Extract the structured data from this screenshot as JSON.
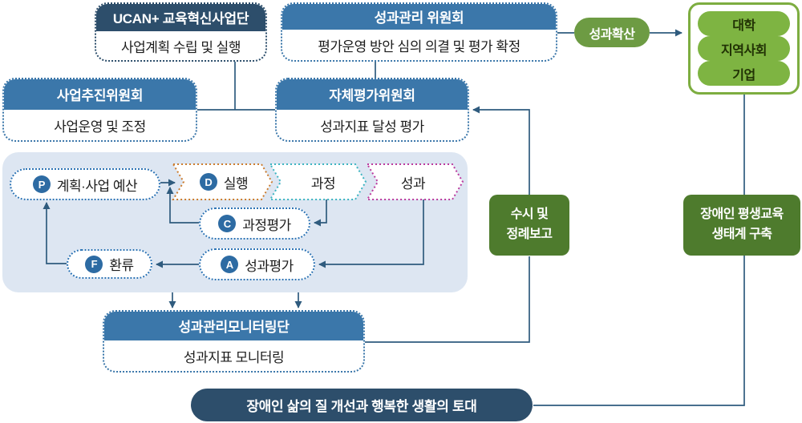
{
  "boxes": {
    "ucan": {
      "header": "UCAN+ 교육혁신사업단",
      "body": "사업계획 수립 및 실행"
    },
    "perf_committee": {
      "header": "성과관리 위원회",
      "body": "평가운영 방안 심의 의결 및 평가 확정"
    },
    "promotion_committee": {
      "header": "사업추진위원회",
      "body": "사업운영 및 조정"
    },
    "self_eval_committee": {
      "header": "자체평가위원회",
      "body": "성과지표 달성 평가"
    },
    "monitoring_team": {
      "header": "성과관리모니터링단",
      "body": "성과지표 모니터링"
    }
  },
  "spread": {
    "label": "성과확산"
  },
  "targets": {
    "items": [
      "대학",
      "지역사회",
      "기업"
    ]
  },
  "reports": {
    "line1": "수시 및",
    "line2": "정례보고"
  },
  "ecosystem": {
    "line1": "장애인 평생교육",
    "line2": "생태계 구축"
  },
  "pdca": {
    "plan": {
      "letter": "P",
      "label": "계획·사업 예산"
    },
    "do": {
      "letter": "D",
      "label": "실행"
    },
    "process": {
      "label": "과정"
    },
    "outcome": {
      "label": "성과"
    },
    "check": {
      "letter": "C",
      "label": "과정평가"
    },
    "act": {
      "letter": "A",
      "label": "성과평가"
    },
    "feedback": {
      "letter": "F",
      "label": "환류"
    }
  },
  "foundation": {
    "label": "장애인 삶의 질 개선과 행복한 생활의 토대"
  },
  "colors": {
    "navy": "#2d4e6b",
    "steel_blue": "#3b77aa",
    "panel_bg": "#dde6f2",
    "pill_border": "#2e74b5",
    "letter_circle": "#2d6ba3",
    "line": "#2f5b7e",
    "chevron_do": "#cc7c2e",
    "chevron_process": "#3cb4c1",
    "chevron_outcome": "#bb3a9e",
    "green_border": "#7dad40",
    "green_pill": "#7eb442",
    "green_mid": "#6d9b43",
    "green_dark": "#4e7b2d"
  }
}
